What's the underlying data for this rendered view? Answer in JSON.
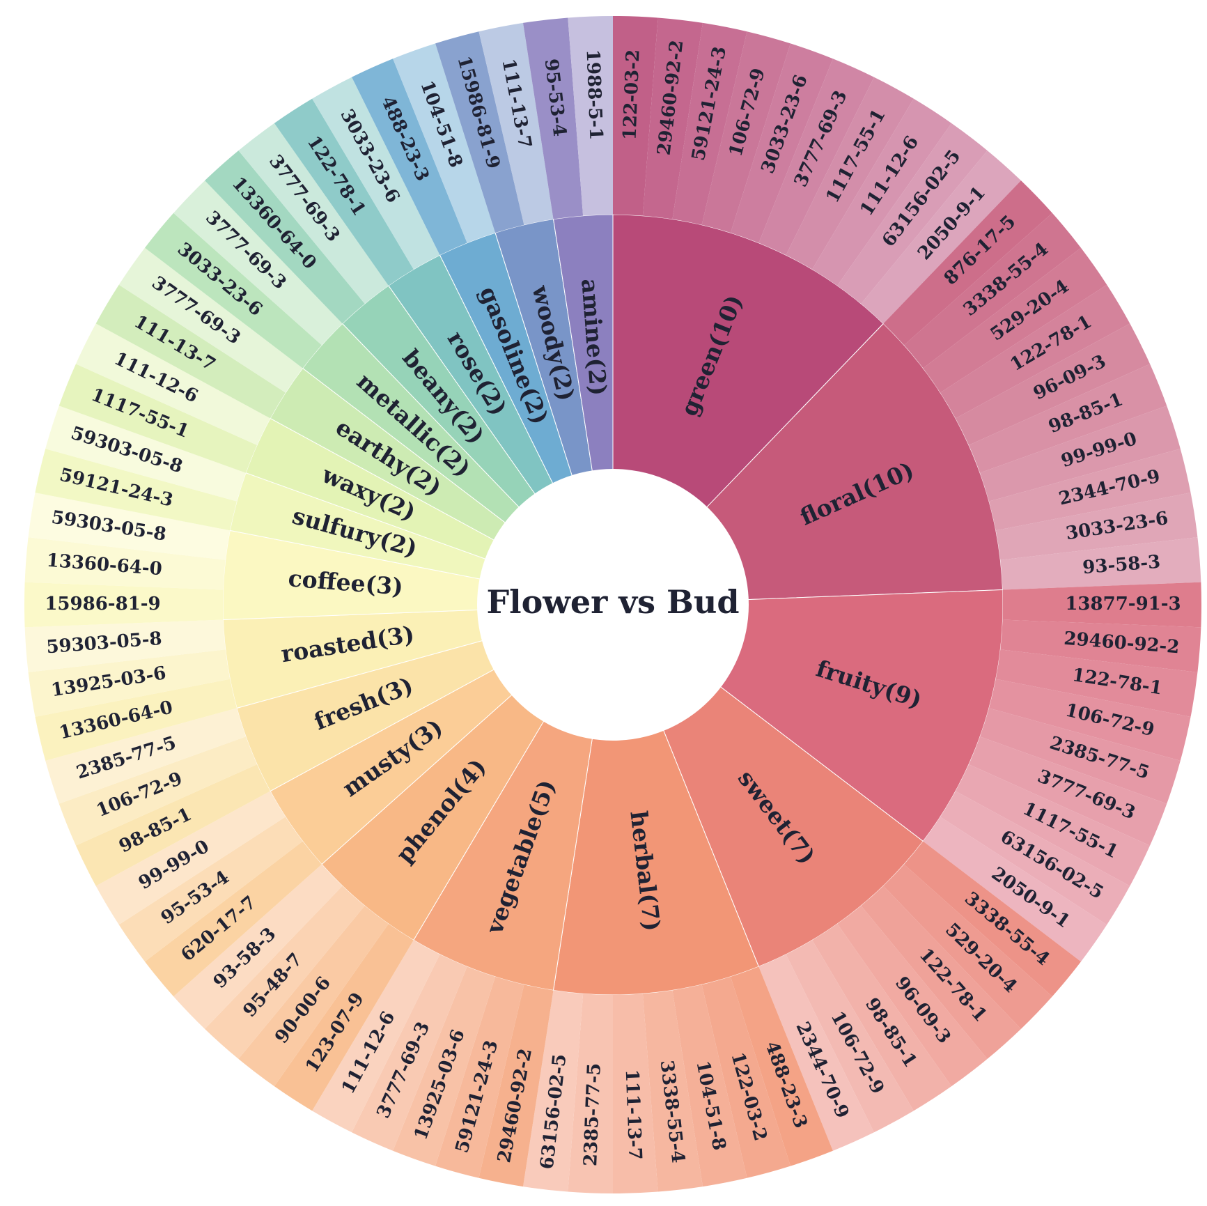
{
  "chart_data": {
    "type": "sunburst",
    "title": "Flower vs Bud",
    "categories": [
      {
        "name": "green",
        "label": "green(10)",
        "count": 10,
        "color": "#b84a78",
        "children": [
          "122-03-2",
          "29460-92-2",
          "59121-24-3",
          "106-72-9",
          "3033-23-6",
          "3777-69-3",
          "1117-55-1",
          "111-12-6",
          "63156-02-5",
          "2050-9-1"
        ]
      },
      {
        "name": "floral",
        "label": "floral(10)",
        "count": 10,
        "color": "#c65a7a",
        "children": [
          "876-17-5",
          "3338-55-4",
          "529-20-4",
          "122-78-1",
          "96-09-3",
          "98-85-1",
          "99-99-0",
          "2344-70-9",
          "3033-23-6",
          "93-58-3"
        ]
      },
      {
        "name": "fruity",
        "label": "fruity(9)",
        "count": 9,
        "color": "#da6b7e",
        "children": [
          "13877-91-3",
          "29460-92-2",
          "122-78-1",
          "106-72-9",
          "2385-77-5",
          "3777-69-3",
          "1117-55-1",
          "63156-02-5",
          "2050-9-1"
        ]
      },
      {
        "name": "sweet",
        "label": "sweet(7)",
        "count": 7,
        "color": "#ea8478",
        "children": [
          "3338-55-4",
          "529-20-4",
          "122-78-1",
          "96-09-3",
          "98-85-1",
          "106-72-9",
          "2344-70-9"
        ]
      },
      {
        "name": "herbal",
        "label": "herbal(7)",
        "count": 7,
        "color": "#f29676",
        "children": [
          "488-23-3",
          "122-03-2",
          "104-51-8",
          "3338-55-4",
          "111-13-7",
          "2385-77-5",
          "63156-02-5"
        ]
      },
      {
        "name": "vegetable",
        "label": "vegetable(5)",
        "count": 5,
        "color": "#f5a67f",
        "children": [
          "29460-92-2",
          "59121-24-3",
          "13925-03-6",
          "3777-69-3",
          "111-12-6"
        ]
      },
      {
        "name": "phenol",
        "label": "phenol(4)",
        "count": 4,
        "color": "#f8b886",
        "children": [
          "123-07-9",
          "90-00-6",
          "95-48-7",
          "93-58-3"
        ]
      },
      {
        "name": "musty",
        "label": "musty(3)",
        "count": 3,
        "color": "#fbcd97",
        "children": [
          "620-17-7",
          "95-53-4",
          "99-99-0"
        ]
      },
      {
        "name": "fresh",
        "label": "fresh(3)",
        "count": 3,
        "color": "#fbe3a9",
        "children": [
          "98-85-1",
          "106-72-9",
          "2385-77-5"
        ]
      },
      {
        "name": "roasted",
        "label": "roasted(3)",
        "count": 3,
        "color": "#fbf0b6",
        "children": [
          "13360-64-0",
          "13925-03-6",
          "59303-05-8"
        ]
      },
      {
        "name": "coffee",
        "label": "coffee(3)",
        "count": 3,
        "color": "#fbf8c2",
        "children": [
          "15986-81-9",
          "13360-64-0",
          "59303-05-8"
        ]
      },
      {
        "name": "sulfury",
        "label": "sulfury(2)",
        "count": 2,
        "color": "#f0f7bd",
        "children": [
          "59121-24-3",
          "59303-05-8"
        ]
      },
      {
        "name": "waxy",
        "label": "waxy(2)",
        "count": 2,
        "color": "#e3f3b5",
        "children": [
          "1117-55-1",
          "111-12-6"
        ]
      },
      {
        "name": "earthy",
        "label": "earthy(2)",
        "count": 2,
        "color": "#cdebb3",
        "children": [
          "111-13-7",
          "3777-69-3"
        ]
      },
      {
        "name": "metallic",
        "label": "metallic(2)",
        "count": 2,
        "color": "#b3e1b4",
        "children": [
          "3033-23-6",
          "3777-69-3"
        ]
      },
      {
        "name": "beany",
        "label": "beany(2)",
        "count": 2,
        "color": "#96d3b8",
        "children": [
          "13360-64-0",
          "3777-69-3"
        ]
      },
      {
        "name": "rose",
        "label": "rose(2)",
        "count": 2,
        "color": "#80c4c2",
        "children": [
          "122-78-1",
          "3033-23-6"
        ]
      },
      {
        "name": "gasoline",
        "label": "gasoline(2)",
        "count": 2,
        "color": "#6eacd2",
        "children": [
          "488-23-3",
          "104-51-8"
        ]
      },
      {
        "name": "woody",
        "label": "woody(2)",
        "count": 2,
        "color": "#7995c8",
        "children": [
          "15986-81-9",
          "111-13-7"
        ]
      },
      {
        "name": "amine",
        "label": "amine(2)",
        "count": 2,
        "color": "#8c80bf",
        "children": [
          "95-53-4",
          "1988-5-1"
        ]
      }
    ]
  }
}
